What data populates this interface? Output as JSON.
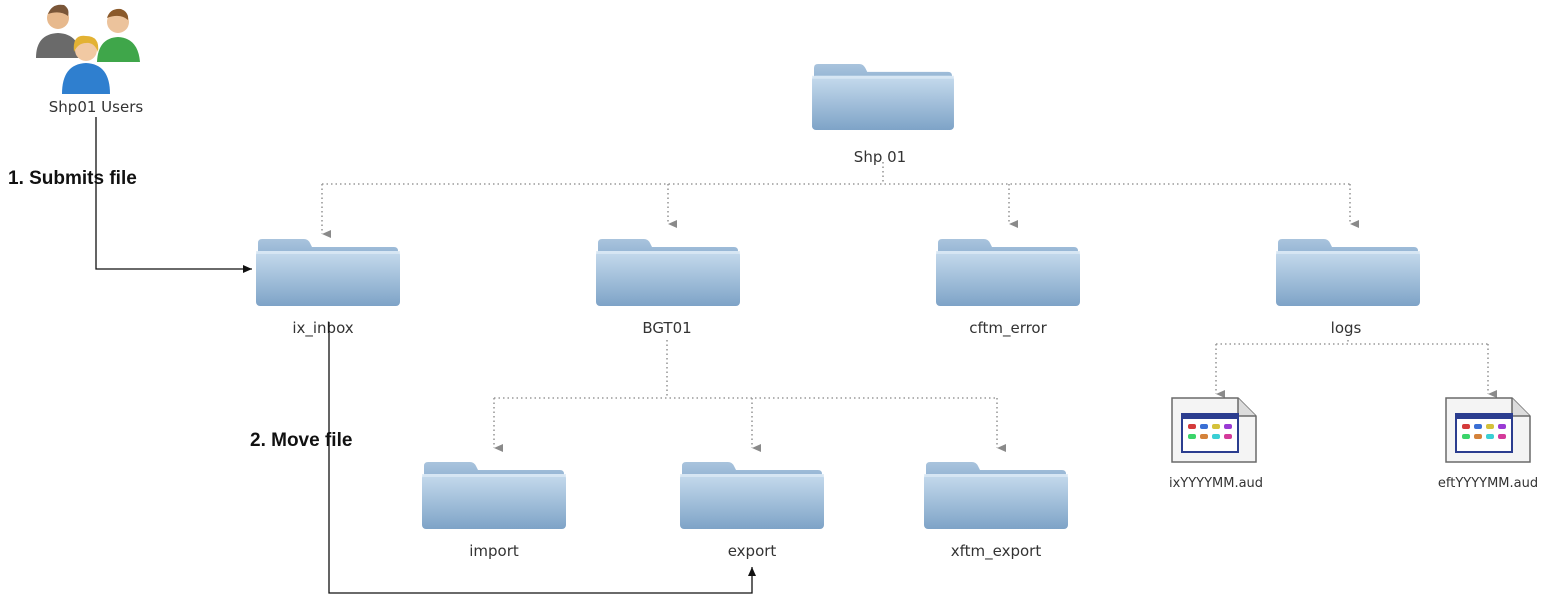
{
  "users": {
    "label": "Shp01 Users",
    "icon": "users-group-icon"
  },
  "root": {
    "label": "Shp 01",
    "icon": "folder-icon"
  },
  "steps": {
    "submit": "1. Submits file",
    "move": "2. Move file"
  },
  "folders": {
    "ix_inbox": "ix_inbox",
    "bgt01": "BGT01",
    "cftm_error": "cftm_error",
    "logs": "logs",
    "import": "import",
    "export": "export",
    "xftm_export": "xftm_export"
  },
  "files": {
    "ix_audit": {
      "label": "ixYYYYMM.aud",
      "icon": "audit-file-icon"
    },
    "eft_audit": {
      "label": "eftYYYYMM.aud",
      "icon": "audit-file-icon"
    }
  },
  "colors": {
    "folder_top": "#b9d2e7",
    "folder_bottom": "#7fa4c8",
    "connector": "#9a9a9a",
    "arrow": "#111111"
  }
}
